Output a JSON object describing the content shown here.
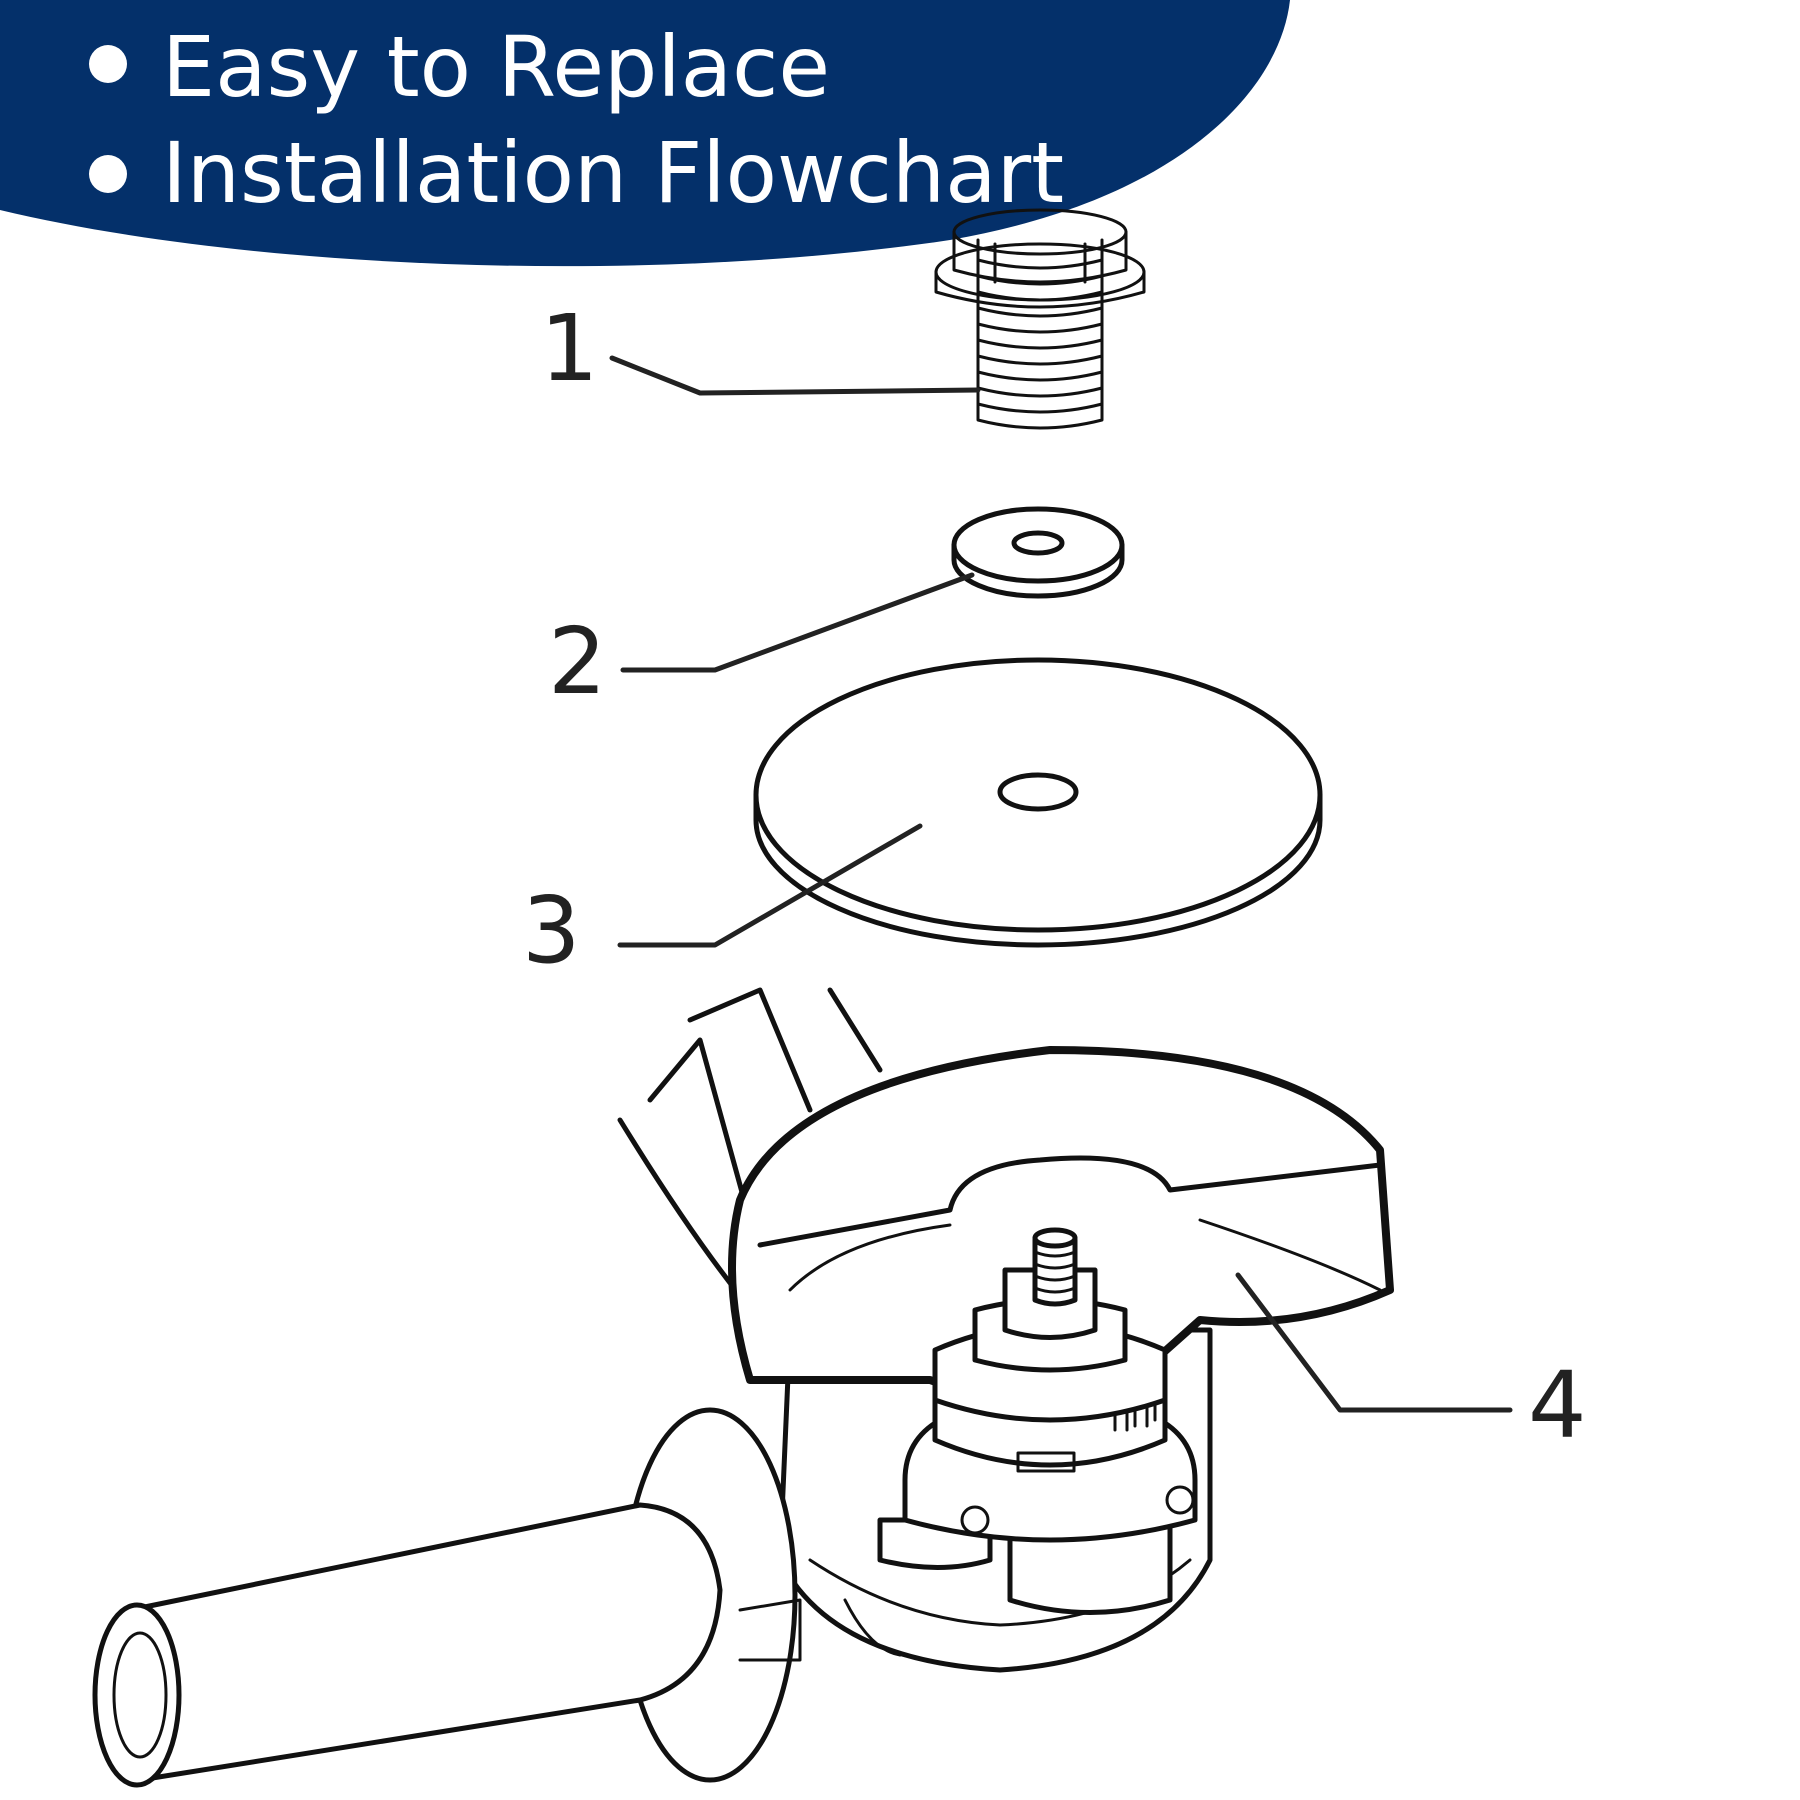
{
  "banner": {
    "color": "#04306A",
    "bullets": [
      {
        "text": "Easy to Replace"
      },
      {
        "text": "Installation Flowchart"
      }
    ]
  },
  "diagram": {
    "callouts": [
      {
        "number": "1",
        "part_icon": "flange-bolt-icon"
      },
      {
        "number": "2",
        "part_icon": "washer-icon"
      },
      {
        "number": "3",
        "part_icon": "backing-plate-icon"
      },
      {
        "number": "4",
        "part_icon": "angle-grinder-icon"
      }
    ]
  }
}
